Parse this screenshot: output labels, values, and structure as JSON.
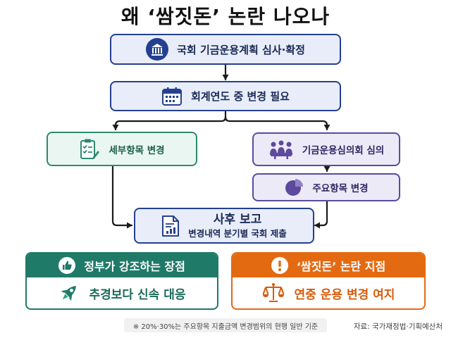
{
  "title": "왜 ‘쌈짓돈’ 논란 나오나",
  "steps": {
    "review": "국회 기금운용계획 심사·확정",
    "change_needed": "회계연도 중 변경 필요",
    "detail_change": "세부항목 변경",
    "committee": "기금운용심의회 심의",
    "major_change": "주요항목 변경",
    "report_title": "사후 보고",
    "report_sub": "변경내역 분기별 국회 제출"
  },
  "panels": {
    "gov": {
      "header": "정부가 강조하는 장점",
      "body": "추경보다 신속 대응",
      "header_icon": "thumbs-up-icon",
      "body_icon": "rocket-icon",
      "color": "#1f7a68"
    },
    "controversy": {
      "header": "‘쌈짓돈’ 논란 지점",
      "body": "연중 운용 변경 여지",
      "header_icon": "exclamation-icon",
      "body_icon": "scales-icon",
      "color": "#e46a12"
    }
  },
  "footnote": "※ 20%·30%는 주요항목 지출금액 변경범위의 현행 일반 기준",
  "source": "자료: 국가재정법·기획예산처",
  "colors": {
    "navy": "#24408f",
    "green": "#2d8a6e",
    "purple": "#5b4a9e",
    "orange": "#e46a12",
    "connector": "#1b1b1b"
  }
}
